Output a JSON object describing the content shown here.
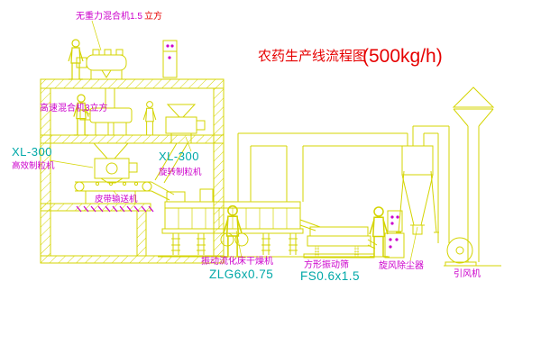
{
  "title": {
    "main": "农药生产线流程图",
    "capacity": "(500kg/h)"
  },
  "labels": {
    "mixer_top": "无重力混合机1.5",
    "mixer_top_unit": "立方",
    "mixer_high_speed": "高速混合机3立方",
    "granulator_left_model": "XL-300",
    "granulator_left_name": "高效制粒机",
    "granulator_right_model": "XL-300",
    "granulator_right_name": "旋转制粒机",
    "belt_conveyor": "皮带输送机",
    "dryer_name": "振动流化床干燥机",
    "dryer_model": "ZLG6x0.75",
    "screen_name": "方形振动筛",
    "screen_model": "FS0.6x1.5",
    "cyclone_name": "旋风除尘器",
    "fan_name": "引风机"
  },
  "colors": {
    "cad_line_yellow": "#d4d400",
    "label_magenta": "#cc00cc",
    "model_cyan": "#00a8a8",
    "title_red": "#e60000",
    "background": "#ffffff"
  }
}
